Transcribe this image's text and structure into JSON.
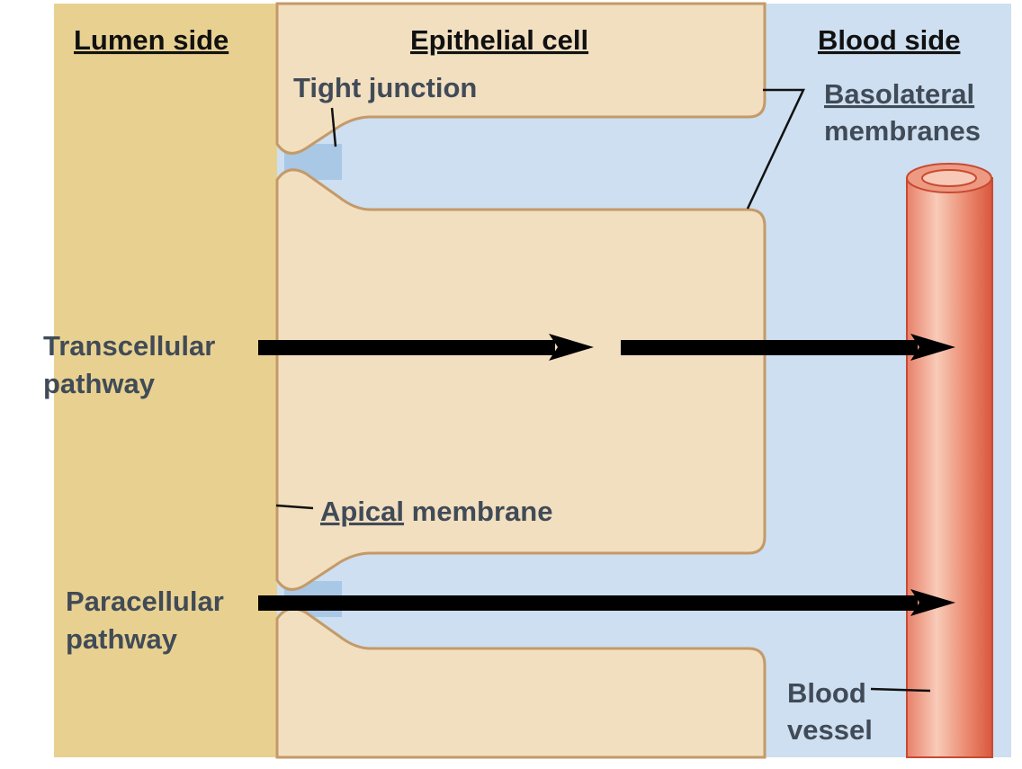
{
  "headers": {
    "lumen": "Lumen side",
    "epithelial": "Epithelial cell",
    "blood": "Blood side"
  },
  "labels": {
    "tight_junction": "Tight junction",
    "basolateral_line1": "Basolateral",
    "basolateral_line2": "membranes",
    "transcellular_line1": "Transcellular",
    "transcellular_line2": "pathway",
    "apical_word": "Apical",
    "apical_rest": " membrane",
    "paracellular_line1": "Paracellular",
    "paracellular_line2": "pathway",
    "blood_vessel_line1": "Blood",
    "blood_vessel_line2": "vessel"
  },
  "colors": {
    "lumen": "#e8d190",
    "cell": "#f2dfc0",
    "cell_outline": "#c49a68",
    "extracellular": "#cddff0",
    "junction": "#a8c8e6",
    "vessel_light": "#f8c6b0",
    "vessel_dark": "#e0654a",
    "arrow": "#000000"
  }
}
